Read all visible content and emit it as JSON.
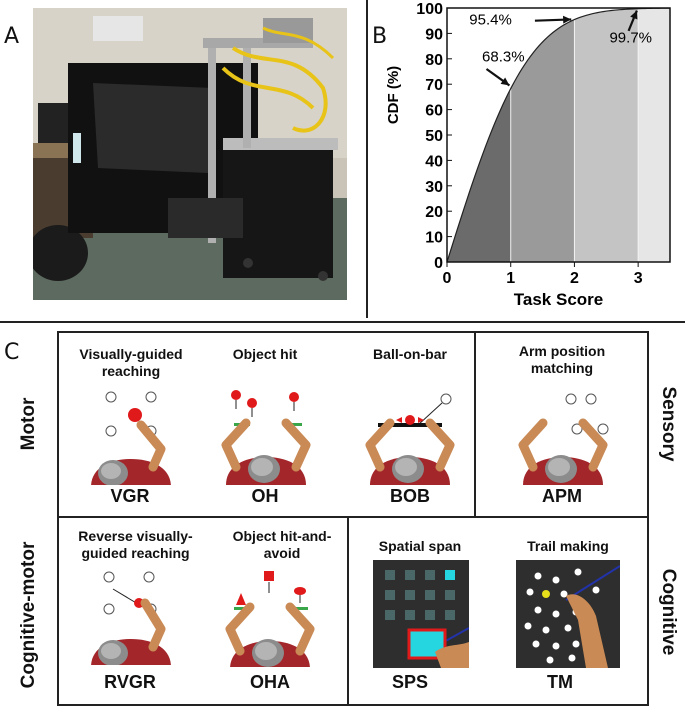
{
  "panels": {
    "a_label": "A",
    "b_label": "B",
    "c_label": "C"
  },
  "chart_data": {
    "type": "area",
    "xlabel": "Task Score",
    "ylabel": "CDF (%)",
    "xlim": [
      0,
      3.5
    ],
    "ylim": [
      0,
      100
    ],
    "xticks": [
      "0",
      "1",
      "2",
      "3"
    ],
    "yticks": [
      "0",
      "10",
      "20",
      "30",
      "40",
      "50",
      "60",
      "70",
      "80",
      "90",
      "100"
    ],
    "annotations": [
      {
        "text": "68.3%",
        "x": 1,
        "y": 68.3
      },
      {
        "text": "95.4%",
        "x": 2,
        "y": 95.4
      },
      {
        "text": "99.7%",
        "x": 3,
        "y": 99.7
      }
    ]
  },
  "groups": {
    "motor": "Motor",
    "sensory": "Sensory",
    "cognitive_motor": "Cognitive-motor",
    "cognitive": "Cognitive"
  },
  "tasks": [
    {
      "title": "Visually-guided reaching",
      "code": "VGR"
    },
    {
      "title": "Object hit",
      "code": "OH"
    },
    {
      "title": "Ball-on-bar",
      "code": "BOB"
    },
    {
      "title": "Arm position matching",
      "code": "APM"
    },
    {
      "title": "Reverse visually-guided reaching",
      "code": "RVGR"
    },
    {
      "title": "Object hit-and-avoid",
      "code": "OHA"
    },
    {
      "title": "Spatial span",
      "code": "SPS"
    },
    {
      "title": "Trail making",
      "code": "TM"
    }
  ],
  "colors": {
    "cdf_dark": "#5a5a5a",
    "cdf_light": "#d8d8d8",
    "target_red": "#e0191a",
    "bar_green": "#3aa64a",
    "skin": "#c98a55",
    "shirt": "#a3262a",
    "cyan": "#25d6e0",
    "trail_blue": "#2233aa"
  }
}
